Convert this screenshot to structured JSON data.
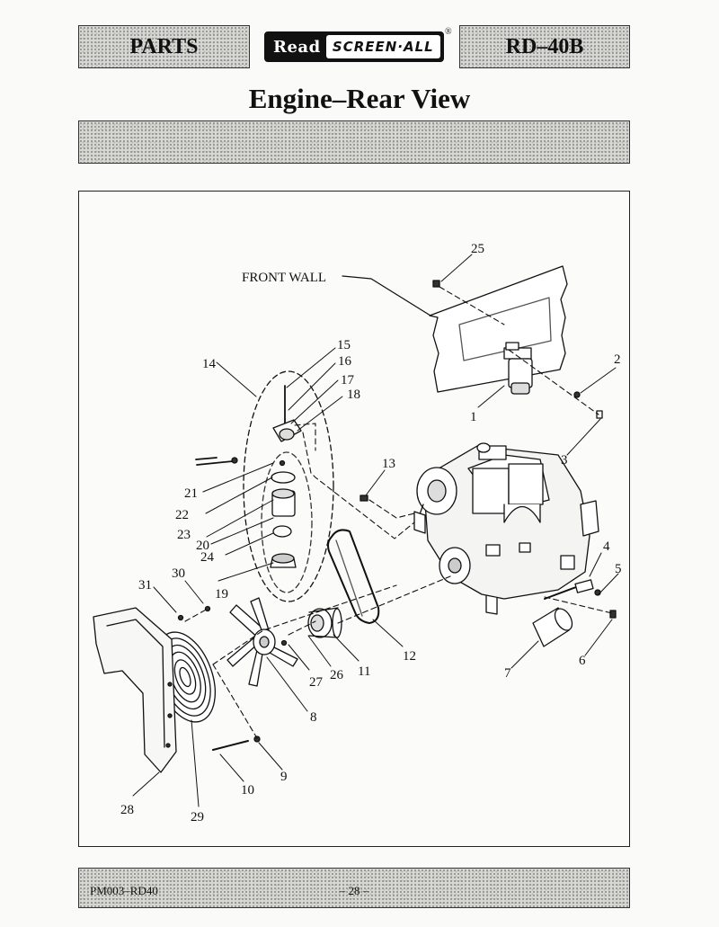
{
  "header": {
    "section_label": "PARTS",
    "model_label": "RD–40B",
    "logo": {
      "brand": "Read",
      "product": "SCREEN·ALL",
      "mark": "®"
    }
  },
  "title": "Engine–Rear View",
  "diagram": {
    "wall_label": "FRONT WALL",
    "callouts": {
      "c1": "1",
      "c2": "2",
      "c3": "3",
      "c4": "4",
      "c5": "5",
      "c6": "6",
      "c7": "7",
      "c8": "8",
      "c9": "9",
      "c10": "10",
      "c11": "11",
      "c12": "12",
      "c13": "13",
      "c14": "14",
      "c15": "15",
      "c16": "16",
      "c17": "17",
      "c18": "18",
      "c19": "19",
      "c20": "20",
      "c21": "21",
      "c22": "22",
      "c23": "23",
      "c24": "24",
      "c25": "25",
      "c26": "26",
      "c27": "27",
      "c28": "28",
      "c29": "29",
      "c30": "30",
      "c31": "31"
    }
  },
  "footer": {
    "doc_code": "PM003–RD40",
    "page": "– 28 –"
  }
}
